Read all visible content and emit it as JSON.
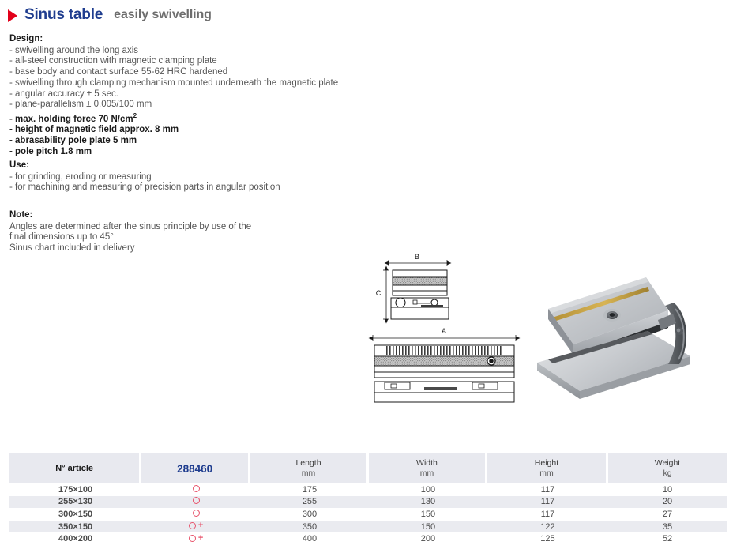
{
  "header": {
    "marker_icon": "triangle-right-icon",
    "title": "Sinus table",
    "subtitle": "easily swivelling",
    "title_color": "#1f3d8f",
    "subtitle_color": "#6e6e6e",
    "marker_color": "#e2001a"
  },
  "design": {
    "heading": "Design:",
    "lines": [
      {
        "text": "- swivelling around the long axis",
        "bold": false
      },
      {
        "text": "- all-steel construction with magnetic clamping plate",
        "bold": false
      },
      {
        "text": "- base body and contact surface 55-62 HRC hardened",
        "bold": false
      },
      {
        "text": "- swivelling through clamping mechanism mounted underneath the magnetic plate",
        "bold": false
      },
      {
        "text": "- angular accuracy ± 5 sec.",
        "bold": false
      },
      {
        "text": "- plane-parallelism ± 0.005/100 mm",
        "bold": false
      },
      {
        "text": "- max. holding force 70 N/cm²",
        "bold": true
      },
      {
        "text": "- height of magnetic field approx. 8 mm",
        "bold": true
      },
      {
        "text": "- abrasability pole plate 5 mm",
        "bold": true
      },
      {
        "text": "- pole pitch 1.8 mm",
        "bold": true
      }
    ]
  },
  "use": {
    "heading": "Use:",
    "lines": [
      "- for grinding, eroding or measuring",
      "- for machining and measuring of precision parts in angular position"
    ]
  },
  "note": {
    "heading": "Note:",
    "lines": [
      "Angles are determined after the sinus principle by use of the",
      "final dimensions up to 45°",
      "Sinus chart included in delivery"
    ]
  },
  "drawing": {
    "dimension_a": "A",
    "dimension_b": "B",
    "dimension_c": "C"
  },
  "table": {
    "headers": [
      {
        "label": "N° article",
        "unit": "",
        "style": "plain"
      },
      {
        "label": "288460",
        "unit": "",
        "style": "article-number"
      },
      {
        "label": "Length",
        "unit": "mm",
        "style": "plain"
      },
      {
        "label": "Width",
        "unit": "mm",
        "style": "plain"
      },
      {
        "label": "Height",
        "unit": "mm",
        "style": "plain"
      },
      {
        "label": "Weight",
        "unit": "kg",
        "style": "plain"
      }
    ],
    "rows": [
      {
        "size": "175×100",
        "mark": "circle",
        "length": "175",
        "width": "100",
        "height": "117",
        "weight": "10"
      },
      {
        "size": "255×130",
        "mark": "circle",
        "length": "255",
        "width": "130",
        "height": "117",
        "weight": "20"
      },
      {
        "size": "300×150",
        "mark": "circle",
        "length": "300",
        "width": "150",
        "height": "117",
        "weight": "27"
      },
      {
        "size": "350×150",
        "mark": "circle-plus",
        "length": "350",
        "width": "150",
        "height": "122",
        "weight": "35"
      },
      {
        "size": "400×200",
        "mark": "circle-plus",
        "length": "400",
        "width": "200",
        "height": "125",
        "weight": "52"
      }
    ],
    "mark_color": "#e8536b",
    "header_bg": "#e8e9ef",
    "stripe_bg": "#eaebf0"
  }
}
